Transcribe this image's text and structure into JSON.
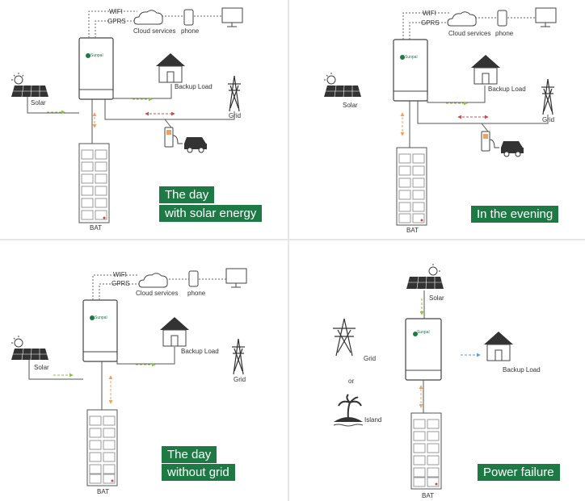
{
  "panels": [
    {
      "id": "p1",
      "labels": {
        "wifi": "WIFI",
        "gprs": "GPRS",
        "cloud": "Cloud services",
        "phone": "phone",
        "solar": "Solar",
        "backup": "Backup Load",
        "grid": "Grid",
        "bat": "BAT",
        "brand": "Sunpal"
      },
      "title_lines": [
        "The day",
        "with solar energy"
      ]
    },
    {
      "id": "p2",
      "labels": {
        "wifi": "WIFI",
        "gprs": "GPRS",
        "cloud": "Cloud services",
        "phone": "phone",
        "solar": "Solar",
        "backup": "Backup Load",
        "grid": "Grid",
        "bat": "BAT",
        "brand": "Sunpal"
      },
      "title_lines": [
        "In the evening"
      ]
    },
    {
      "id": "p3",
      "labels": {
        "wifi": "WIFI",
        "gprs": "GPRS",
        "cloud": "Cloud services",
        "phone": "phone",
        "solar": "Solar",
        "backup": "Backup Load",
        "grid": "Grid",
        "bat": "BAT",
        "brand": "Sunpal"
      },
      "title_lines": [
        "The day",
        "without grid"
      ]
    },
    {
      "id": "p4",
      "labels": {
        "solar": "Solar",
        "grid": "Grid",
        "or": "or",
        "island": "Island",
        "backup": "Backup Load",
        "bat": "BAT",
        "brand": "Sunpal"
      },
      "title_lines": [
        "Power failure"
      ]
    }
  ],
  "colors": {
    "accent": "#1e7a45",
    "line": "#555555",
    "flow_green": "#8cc04a",
    "flow_orange": "#f0a060",
    "flow_red": "#c0504d",
    "flow_blue": "#5b9bd5",
    "divider": "#e6e6e6"
  }
}
